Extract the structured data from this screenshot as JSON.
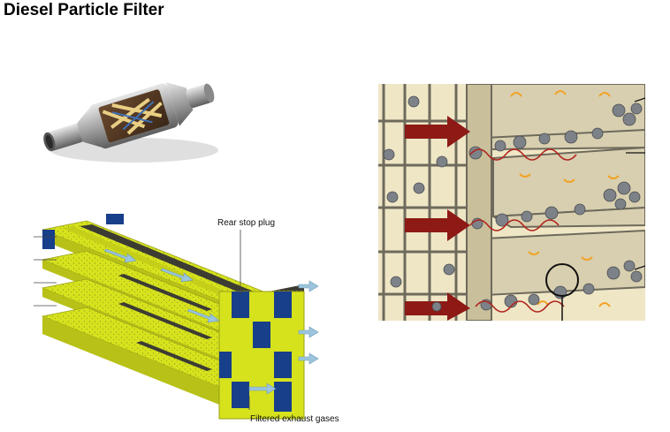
{
  "page": {
    "title": "Diesel Particle Filter"
  },
  "figures": {
    "exterior": {
      "icon": "catalytic-canister-icon"
    },
    "cutaway": {
      "labels": {
        "rear_stop_plug": "Rear stop plug",
        "filtered_exhaust": "Filtered exhaust gases"
      },
      "colors": {
        "substrate": "#d6e21c",
        "plug": "#173f8a",
        "channel": "#3c3c33",
        "flow_arrow": "#9cc5dd"
      }
    },
    "closeup": {
      "colors": {
        "wall": "#d8cfb0",
        "frame": "#6e6a5c",
        "particle": "#7d8288",
        "inflow_arrow": "#8e1a15",
        "gas_arrow": "#f2a326"
      }
    }
  }
}
